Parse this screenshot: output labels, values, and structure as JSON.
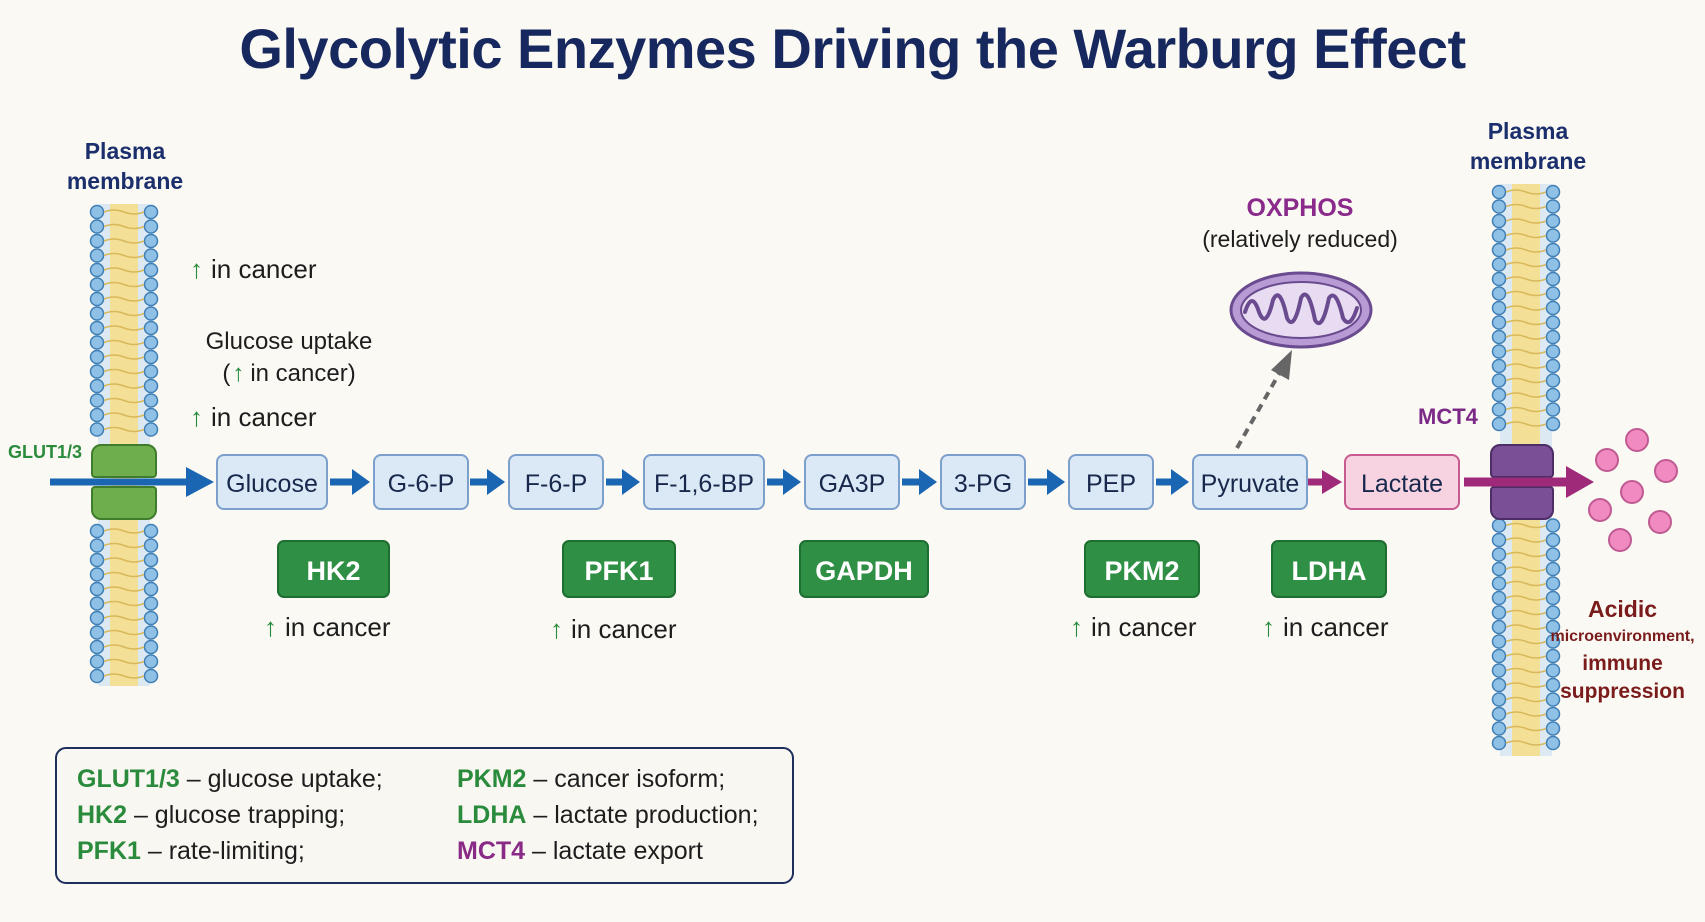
{
  "title": "Glycolytic Enzymes Driving the Warburg Effect",
  "membranes": {
    "left_label": [
      "Plasma",
      "membrane"
    ],
    "right_label": [
      "Plasma",
      "membrane"
    ]
  },
  "transporters": {
    "glut": "GLUT1/3",
    "mct4": "MCT4"
  },
  "upregulation_note": "in cancer",
  "up_symbol": "↑",
  "glucose_uptake": {
    "line1": "Glucose uptake",
    "line2_open": "(",
    "line2_text": "in cancer)"
  },
  "pathway": [
    "Glucose",
    "G-6-P",
    "F-6-P",
    "F-1,6-BP",
    "GA3P",
    "3-PG",
    "PEP",
    "Pyruvate",
    "Lactate"
  ],
  "enzymes": [
    "HK2",
    "PFK1",
    "GAPDH",
    "PKM2",
    "LDHA"
  ],
  "oxphos": {
    "title": "OXPHOS",
    "note": "(relatively reduced)"
  },
  "outcome": {
    "line1": "Acidic",
    "line2": "microenvironment,",
    "line3": "immune",
    "line4": "suppression"
  },
  "legend": {
    "col1": [
      {
        "name": "GLUT1/3",
        "desc": " – glucose uptake;"
      },
      {
        "name": "HK2",
        "desc": " – glucose trapping;"
      },
      {
        "name": "PFK1",
        "desc": " – rate-limiting;"
      }
    ],
    "col2": [
      {
        "name": "PKM2",
        "desc": " – cancer isoform;"
      },
      {
        "name": "LDHA",
        "desc": " – lactate production;"
      },
      {
        "name": "MCT4",
        "desc": " – lactate export"
      }
    ]
  },
  "colors": {
    "title": "#17285e",
    "enzyme": "#2f8f45",
    "flow_arrow": "#1a66b2",
    "lactate_arrow": "#a02a7a",
    "mct4": "#7a3f8e",
    "outcome_text": "#7a1c1c"
  }
}
